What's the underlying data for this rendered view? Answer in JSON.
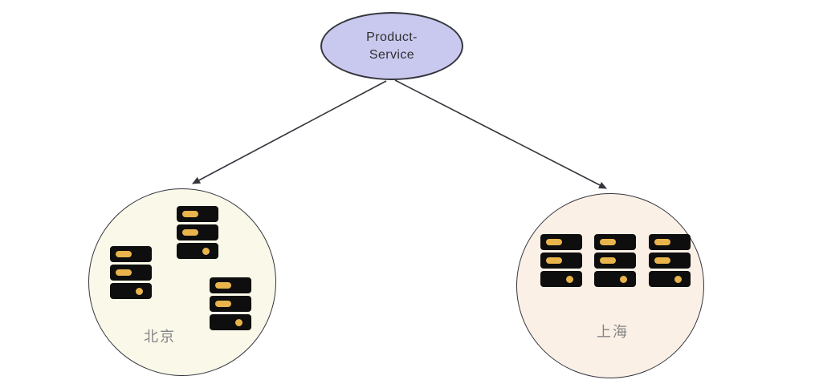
{
  "diagram": {
    "root": {
      "label": "Product-\nService"
    },
    "regions": [
      {
        "id": "beijing",
        "label": "北京",
        "server_count": 3,
        "layout": "scattered"
      },
      {
        "id": "shanghai",
        "label": "上海",
        "server_count": 3,
        "layout": "row"
      }
    ],
    "edges": [
      {
        "from": "Product-Service",
        "to": "北京"
      },
      {
        "from": "Product-Service",
        "to": "上海"
      }
    ]
  },
  "colors": {
    "canvas-bg": "#ffffff",
    "stroke": "#35353f",
    "ellipse-fill": "#c9c9f0",
    "beijing-fill": "#faf8e8",
    "shanghai-fill": "#fbf0e6",
    "server": "#0e0e0e",
    "accent": "#e9b44c",
    "label-gray": "#848484",
    "title-dark": "#2f2f2f"
  }
}
